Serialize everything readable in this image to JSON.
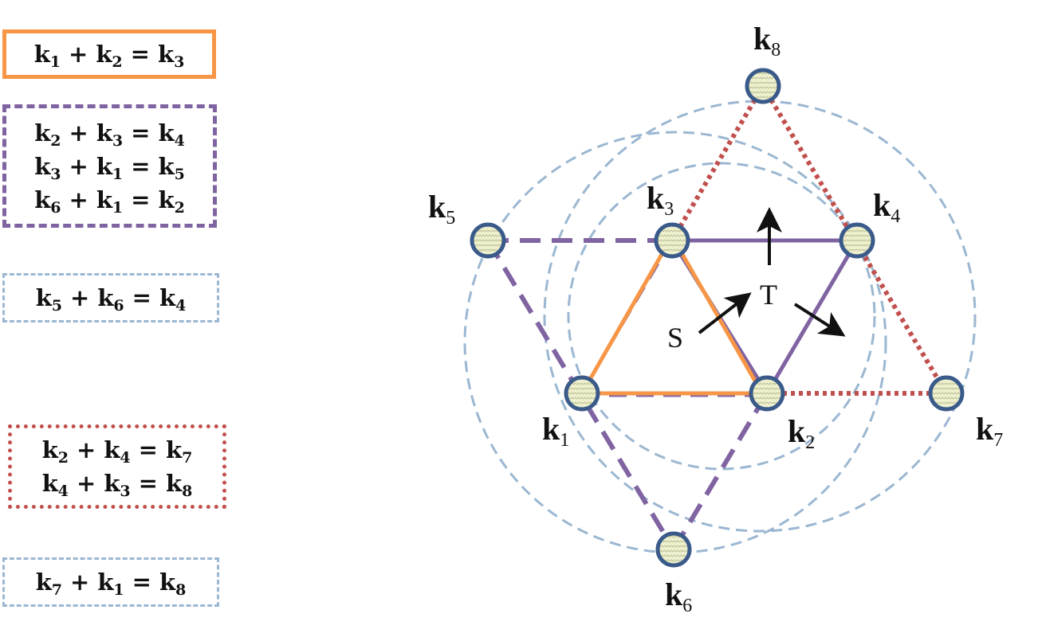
{
  "equations": {
    "solid_orange": [
      {
        "a": "k",
        "as": "1",
        "b": "k",
        "bs": "2",
        "c": "k",
        "cs": "3"
      }
    ],
    "dashed_purple": [
      {
        "a": "k",
        "as": "2",
        "b": "k",
        "bs": "3",
        "c": "k",
        "cs": "4"
      },
      {
        "a": "k",
        "as": "3",
        "b": "k",
        "bs": "1",
        "c": "k",
        "cs": "5"
      },
      {
        "a": "k",
        "as": "6",
        "b": "k",
        "bs": "1",
        "c": "k",
        "cs": "2"
      }
    ],
    "dashed_blue_1": [
      {
        "a": "k",
        "as": "5",
        "b": "k",
        "bs": "6",
        "c": "k",
        "cs": "4"
      }
    ],
    "dotted_red": [
      {
        "a": "k",
        "as": "2",
        "b": "k",
        "bs": "4",
        "c": "k",
        "cs": "7"
      },
      {
        "a": "k",
        "as": "4",
        "b": "k",
        "bs": "3",
        "c": "k",
        "cs": "8"
      }
    ],
    "dashed_blue_2": [
      {
        "a": "k",
        "as": "7",
        "b": "k",
        "bs": "1",
        "c": "k",
        "cs": "8"
      }
    ],
    "operators": {
      "plus": "+",
      "equals": "="
    }
  },
  "nodes": {
    "k1": {
      "base": "k",
      "sub": "1"
    },
    "k2": {
      "base": "k",
      "sub": "2"
    },
    "k3": {
      "base": "k",
      "sub": "3"
    },
    "k4": {
      "base": "k",
      "sub": "4"
    },
    "k5": {
      "base": "k",
      "sub": "5"
    },
    "k6": {
      "base": "k",
      "sub": "6"
    },
    "k7": {
      "base": "k",
      "sub": "7"
    },
    "k8": {
      "base": "k",
      "sub": "8"
    }
  },
  "symbols": {
    "S": "S",
    "T": "T"
  },
  "colors": {
    "orange": "#f79646",
    "purple": "#8064a2",
    "red": "#c0504d",
    "blue_dashed": "#9bb7d1",
    "node_stroke": "#3a5a8a",
    "node_fill": "#eef0cf",
    "node_texture": "#b9bf8f"
  }
}
